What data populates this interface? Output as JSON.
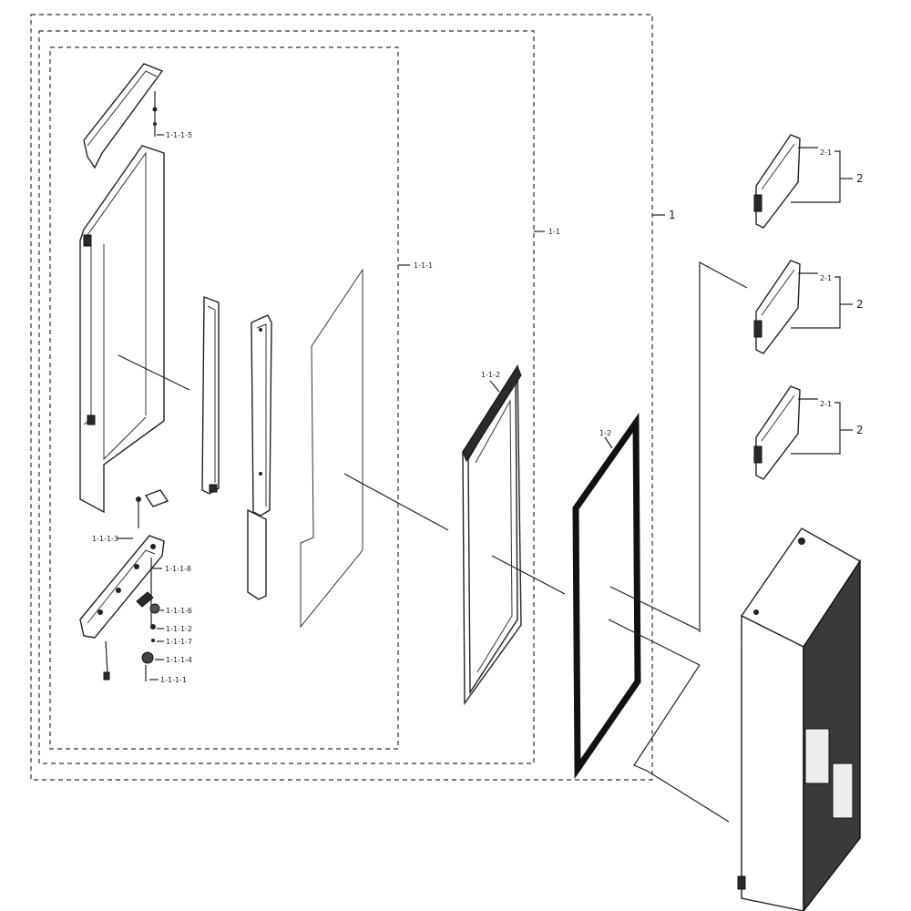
{
  "labels": {
    "assembly": "1",
    "door_assembly": "1-1",
    "door_inner": "1-1-1",
    "door_liner": "1-1-2",
    "gasket": "1-2",
    "screw_top": "1-1-1-5",
    "hinge_pin": "1-1-1-3",
    "cap": "1-1-1-8",
    "bushing": "1-1-1-6",
    "washer": "1-1-1-2",
    "pin": "1-1-1-7",
    "cam": "1-1-1-4",
    "bolt": "1-1-1-1"
  },
  "guards": [
    {
      "id": "guard-1",
      "sub_label": "2-1",
      "label": "2"
    },
    {
      "id": "guard-2",
      "sub_label": "2-1",
      "label": "2"
    },
    {
      "id": "guard-3",
      "sub_label": "2-1",
      "label": "2"
    }
  ]
}
